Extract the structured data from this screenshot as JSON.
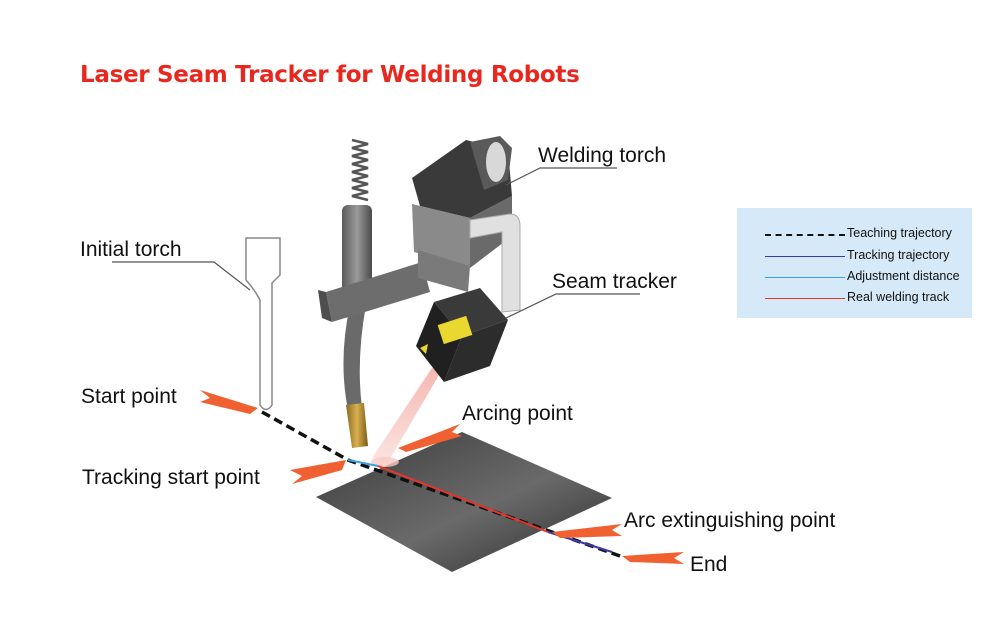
{
  "title": "Laser Seam Tracker for Welding Robots",
  "labels": {
    "welding_torch": "Welding torch",
    "initial_torch": "Initial torch",
    "seam_tracker": "Seam tracker",
    "start_point": "Start point",
    "arcing_point": "Arcing point",
    "tracking_start_point": "Tracking start point",
    "arc_extinguishing_point": "Arc extinguishing point",
    "end": "End"
  },
  "legend": [
    {
      "label": "Teaching trajectory",
      "style": "dashed",
      "color": "#111111"
    },
    {
      "label": "Tracking trajectory",
      "style": "solid",
      "color": "#3a3aa8"
    },
    {
      "label": "Adjustment distance",
      "style": "solid",
      "color": "#3aa0e0"
    },
    {
      "label": "Real welding track",
      "style": "solid",
      "color": "#e8342a"
    }
  ],
  "colors": {
    "title": "#e8281e",
    "arrow": "#f06030",
    "legend_bg": "#d6e9f8"
  }
}
